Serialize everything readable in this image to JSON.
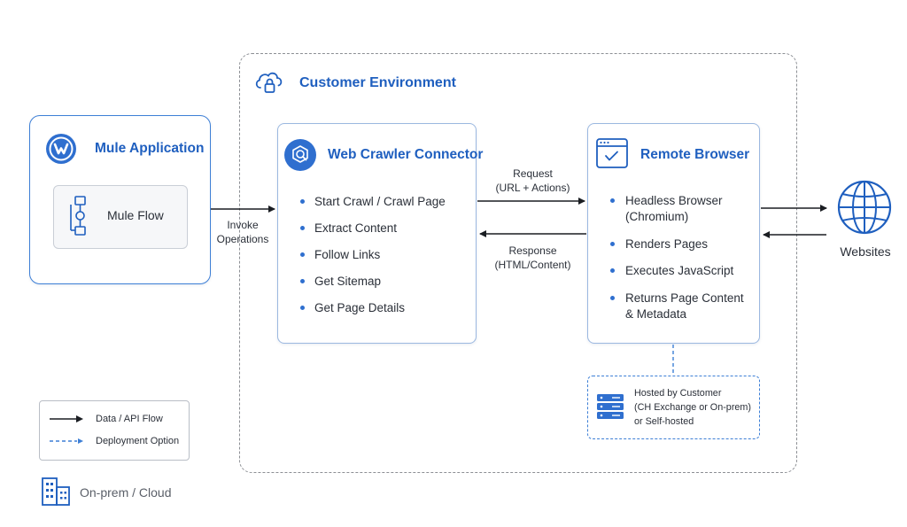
{
  "environment": {
    "title": "Customer Environment"
  },
  "mule_app": {
    "title": "Mule Application",
    "flow_label": "Mule Flow"
  },
  "invoke": {
    "line1": "Invoke",
    "line2": "Operations"
  },
  "connector": {
    "title": "Web Crawler Connector",
    "items": [
      "Start Crawl / Crawl Page",
      "Extract Content",
      "Follow Links",
      "Get Sitemap",
      "Get Page Details"
    ]
  },
  "request": {
    "line1": "Request",
    "line2": "(URL + Actions)"
  },
  "response": {
    "line1": "Response",
    "line2": "(HTML/Content)"
  },
  "remote_browser": {
    "title": "Remote Browser",
    "items": [
      {
        "line1": "Headless Browser",
        "line2": "(Chromium)"
      },
      {
        "line1": "Renders Pages",
        "line2": ""
      },
      {
        "line1": "Executes JavaScript",
        "line2": ""
      },
      {
        "line1": "Returns Page Content",
        "line2": "& Metadata"
      }
    ]
  },
  "websites": {
    "label": "Websites"
  },
  "hosting": {
    "line1": "Hosted by Customer",
    "line2": "(CH Exchange or On-prem)",
    "line3": "or Self-hosted"
  },
  "legend": {
    "data_flow": "Data / API Flow",
    "deployment": "Deployment Option"
  },
  "footer": {
    "label": "On-prem / Cloud"
  },
  "colors": {
    "accent": "#1f5fbf",
    "border_blue": "#3d7fd6",
    "dashed_gray": "#8c8f94"
  },
  "icons": [
    "cloud-lock-icon",
    "mulesoft-logo-icon",
    "flow-icon",
    "connector-icon",
    "browser-window-icon",
    "globe-icon",
    "server-icon",
    "building-icon"
  ]
}
